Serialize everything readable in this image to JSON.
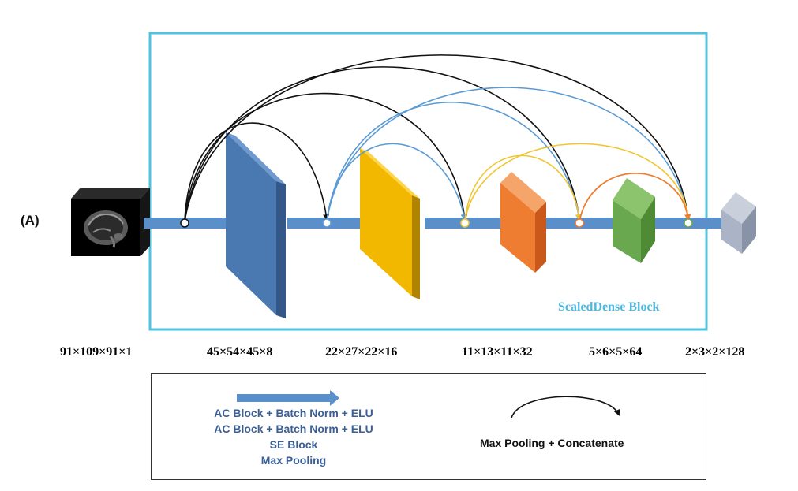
{
  "panel_label": "(A)",
  "block_title": "ScaledDense Block",
  "dimensions": [
    "91×109×91×1",
    "45×54×45×8",
    "22×27×22×16",
    "11×13×11×32",
    "5×6×5×64",
    "2×3×2×128"
  ],
  "legend": {
    "arrow_lines": [
      "AC Block + Batch Norm + ELU",
      "AC Block + Batch Norm + ELU",
      "SE Block",
      "Max Pooling"
    ],
    "curve_label": "Max Pooling + Concatenate"
  },
  "colors": {
    "block_border": "#4fc3df",
    "arrow": "#5b8fc9",
    "layer1": "#4a78b0",
    "layer2": "#f2b800",
    "layer3": "#ee7d31",
    "layer4": "#6aa84f",
    "layer5": "#aab4c6",
    "skip_black": "#111111",
    "skip_blue": "#5b9bd5",
    "skip_yellow": "#f2c530",
    "skip_orange": "#ed7d31",
    "legend_text": "#3a5f96"
  },
  "icons": {
    "input_volume": "brain-mri-sagittal-slice-icon"
  }
}
